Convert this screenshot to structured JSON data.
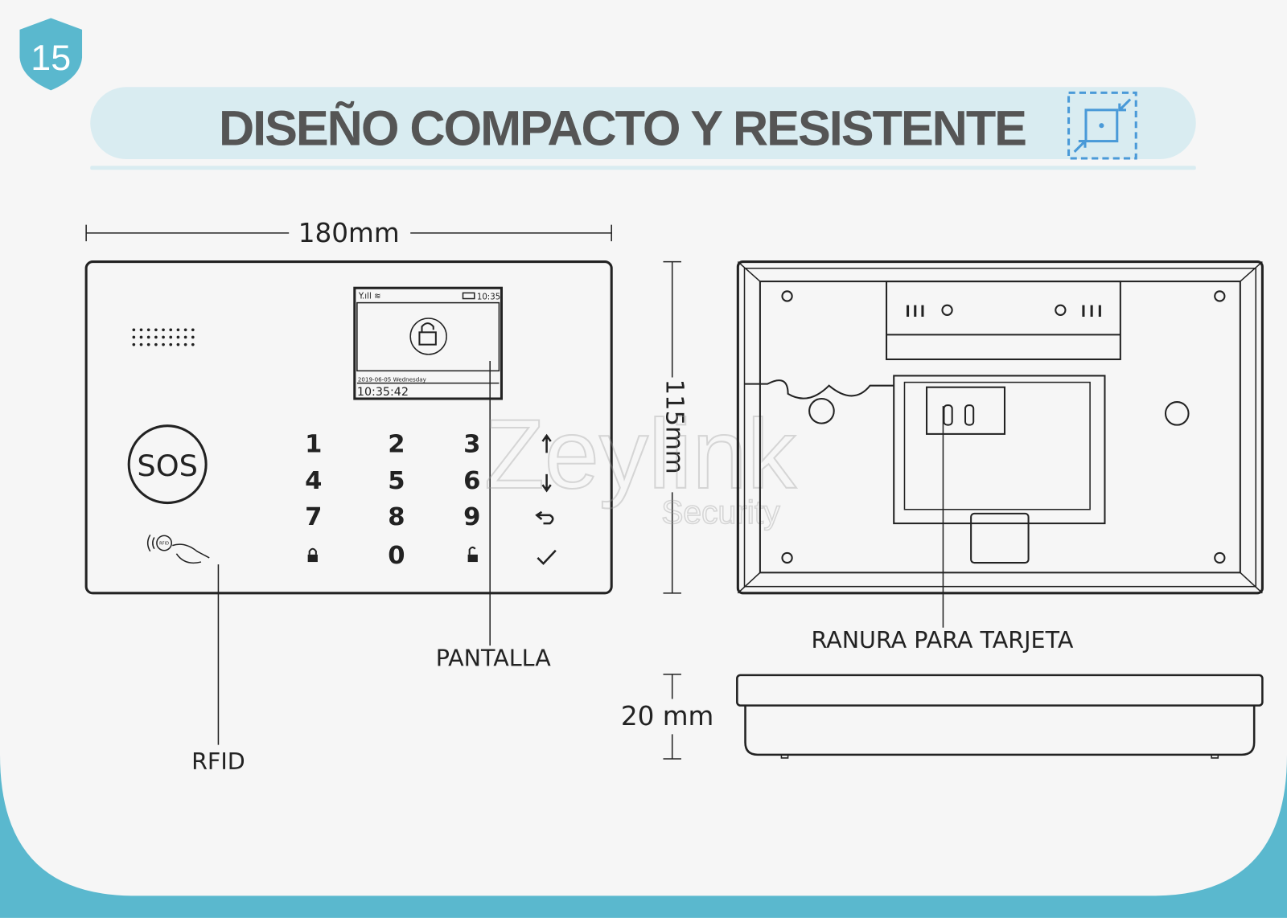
{
  "page_number": "15",
  "title": "DISEÑO COMPACTO Y RESISTENTE",
  "colors": {
    "accent": "#5ab8ce",
    "title_bg": "#d9ecf1",
    "title_text": "#555555",
    "icon_blue": "#4a9ad8"
  },
  "dimensions": {
    "width": "180mm",
    "height": "115mm",
    "depth": "20 mm"
  },
  "callouts": {
    "screen": "PANTALLA",
    "rfid": "RFID",
    "card_slot": "RANURA PARA TARJETA"
  },
  "screen": {
    "status_time": "10:35",
    "date": "2019-06-05 Wednesday",
    "clock": "10:35:42"
  },
  "keypad": {
    "sos": "SOS",
    "keys": [
      "1",
      "2",
      "3",
      "4",
      "5",
      "6",
      "7",
      "8",
      "9",
      "0"
    ],
    "rfid_tag": "RFID"
  },
  "watermark": {
    "brand": "Zeylink",
    "sub": "Security"
  }
}
